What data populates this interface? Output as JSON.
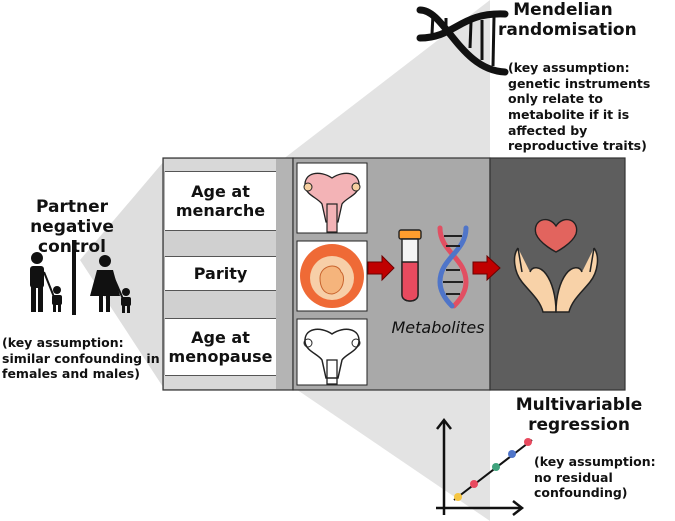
{
  "mr": {
    "title": "Mendelian randomisation",
    "note": "(key assumption: genetic instruments only relate to metabolite if it is affected by reproductive traits)"
  },
  "pnc": {
    "title": "Partner negative control",
    "note": "(key assumption: similar confounding in females and males)"
  },
  "mvr": {
    "title": "Multivariable regression",
    "note": "(key assumption: no residual confounding)"
  },
  "traits": [
    "Age at menarche",
    "Parity",
    "Age at menopause"
  ],
  "metabolites_label": "Metabolites",
  "icons": [
    "dna-icon",
    "family-icon",
    "uterus-icon",
    "pregnancy-icon",
    "test-tube-icon",
    "hands-heart-icon",
    "scatter-plot-icon"
  ],
  "colors": {
    "panel_traits": "#b4b4b4",
    "panel_metabolites": "#a9a9a9",
    "panel_outcome": "#5e5e5e",
    "arrow": "#c00000",
    "triangle": "#d9d9d9"
  }
}
